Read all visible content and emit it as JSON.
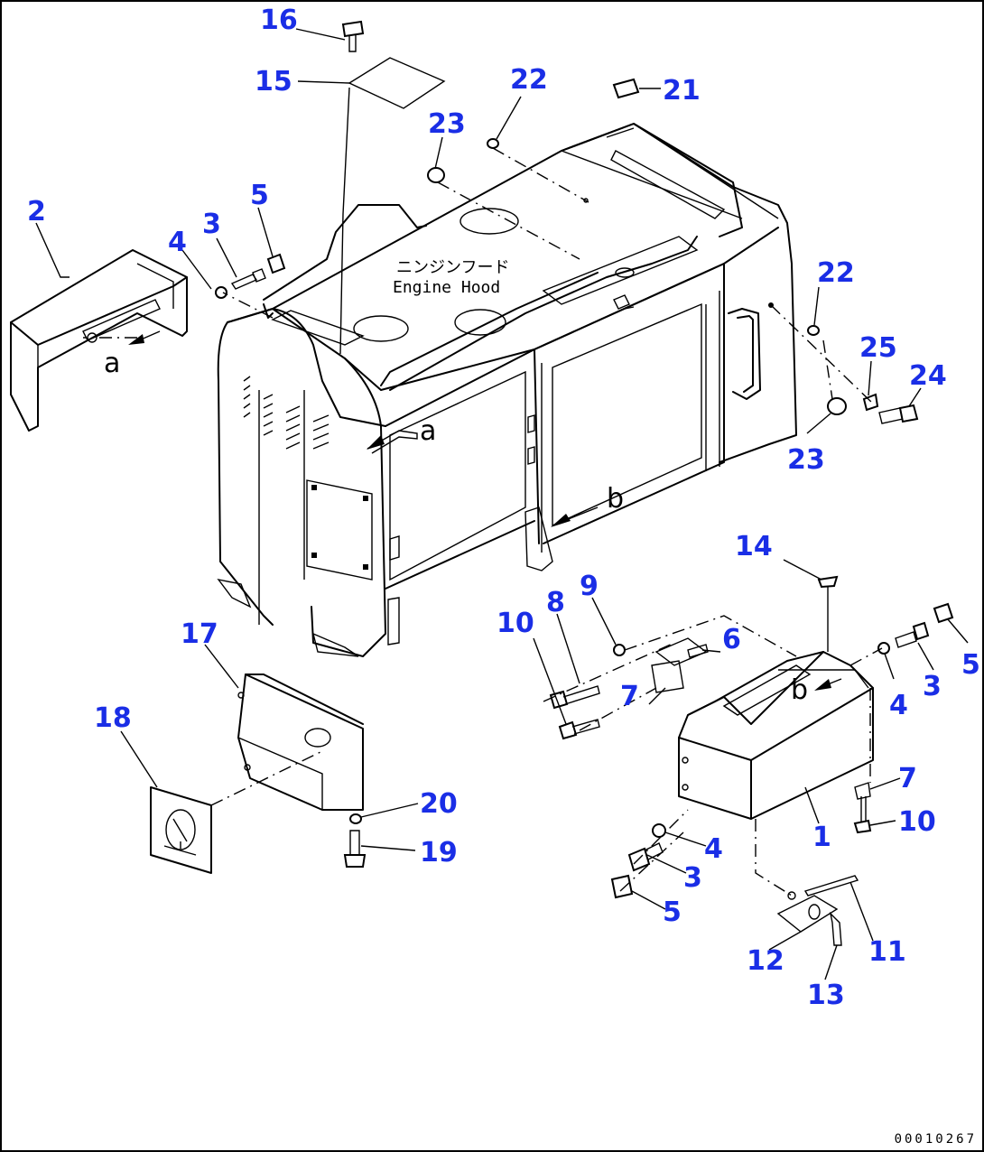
{
  "hood_label": {
    "japanese": "ニンジンフード",
    "english": "Engine Hood"
  },
  "view_markers": {
    "a": "a",
    "b": "b"
  },
  "callouts": {
    "c1": "1",
    "c2": "2",
    "c3_left": "3",
    "c3_right": "3",
    "c3_lower": "3",
    "c4_left": "4",
    "c4_right": "4",
    "c4_lower": "4",
    "c5_left": "5",
    "c5_right": "5",
    "c5_lower": "5",
    "c6": "6",
    "c7_upper": "7",
    "c7_lower": "7",
    "c8": "8",
    "c9": "9",
    "c10_left": "10",
    "c10_right": "10",
    "c11": "11",
    "c12": "12",
    "c13": "13",
    "c14": "14",
    "c15": "15",
    "c16": "16",
    "c17": "17",
    "c18": "18",
    "c19": "19",
    "c20": "20",
    "c21": "21",
    "c22_top": "22",
    "c22_right": "22",
    "c23_top": "23",
    "c23_right": "23",
    "c24": "24",
    "c25": "25"
  },
  "document_id": "00010267",
  "colors": {
    "callout": "#1a2ee6",
    "line": "#000000",
    "background": "#ffffff"
  }
}
